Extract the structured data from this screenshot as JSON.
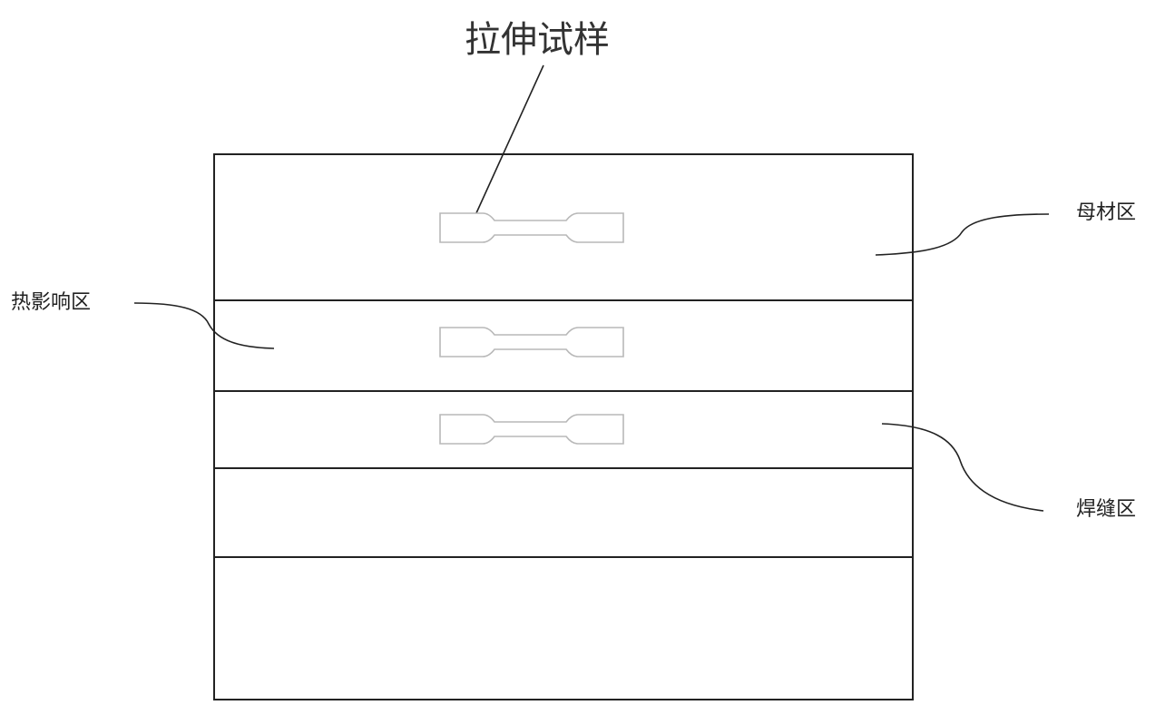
{
  "labels": {
    "specimen": "拉伸试样",
    "base_metal": "母材区",
    "haz": "热影响区",
    "weld": "焊缝区"
  },
  "colors": {
    "outline": "#222222",
    "specimen": "#b8b8b8",
    "background": "#ffffff"
  }
}
